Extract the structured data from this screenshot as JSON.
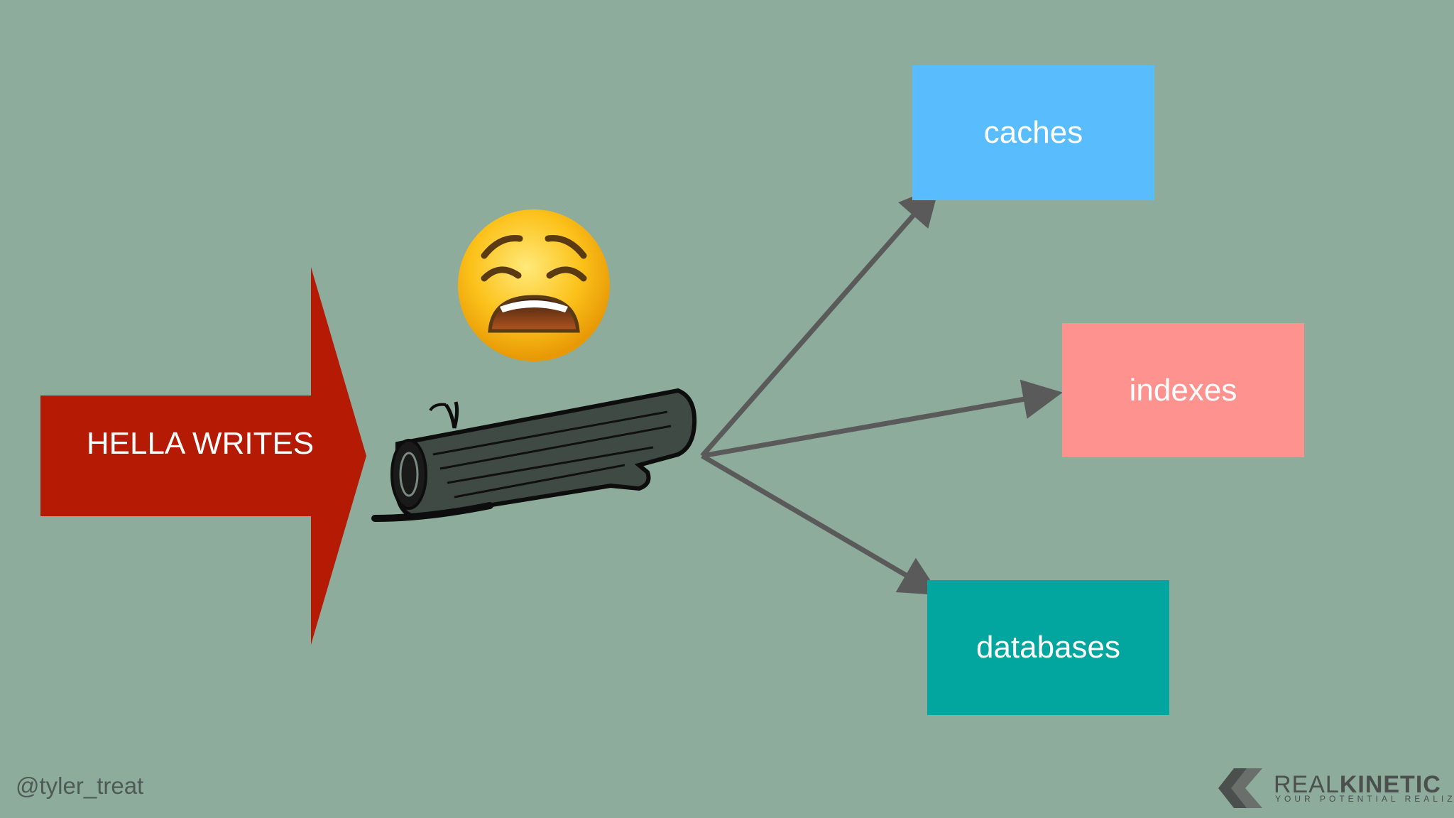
{
  "slide": {
    "input_label": "HELLA WRITES",
    "handle": "@tyler_treat",
    "targets": {
      "caches": "caches",
      "indexes": "indexes",
      "databases": "databases"
    },
    "brand": {
      "name_light": "REAL",
      "name_bold": "KINETIC",
      "tagline": "YOUR POTENTIAL REALIZED"
    },
    "colors": {
      "background": "#8dac9b",
      "arrow": "#b51a04",
      "caches": "#59bcfc",
      "indexes": "#fe928f",
      "databases": "#02a69e",
      "connector": "#5a5a5a"
    },
    "icons": [
      "weary-face-emoji-icon",
      "log-illustration-icon",
      "realkinetic-logo-icon"
    ]
  }
}
